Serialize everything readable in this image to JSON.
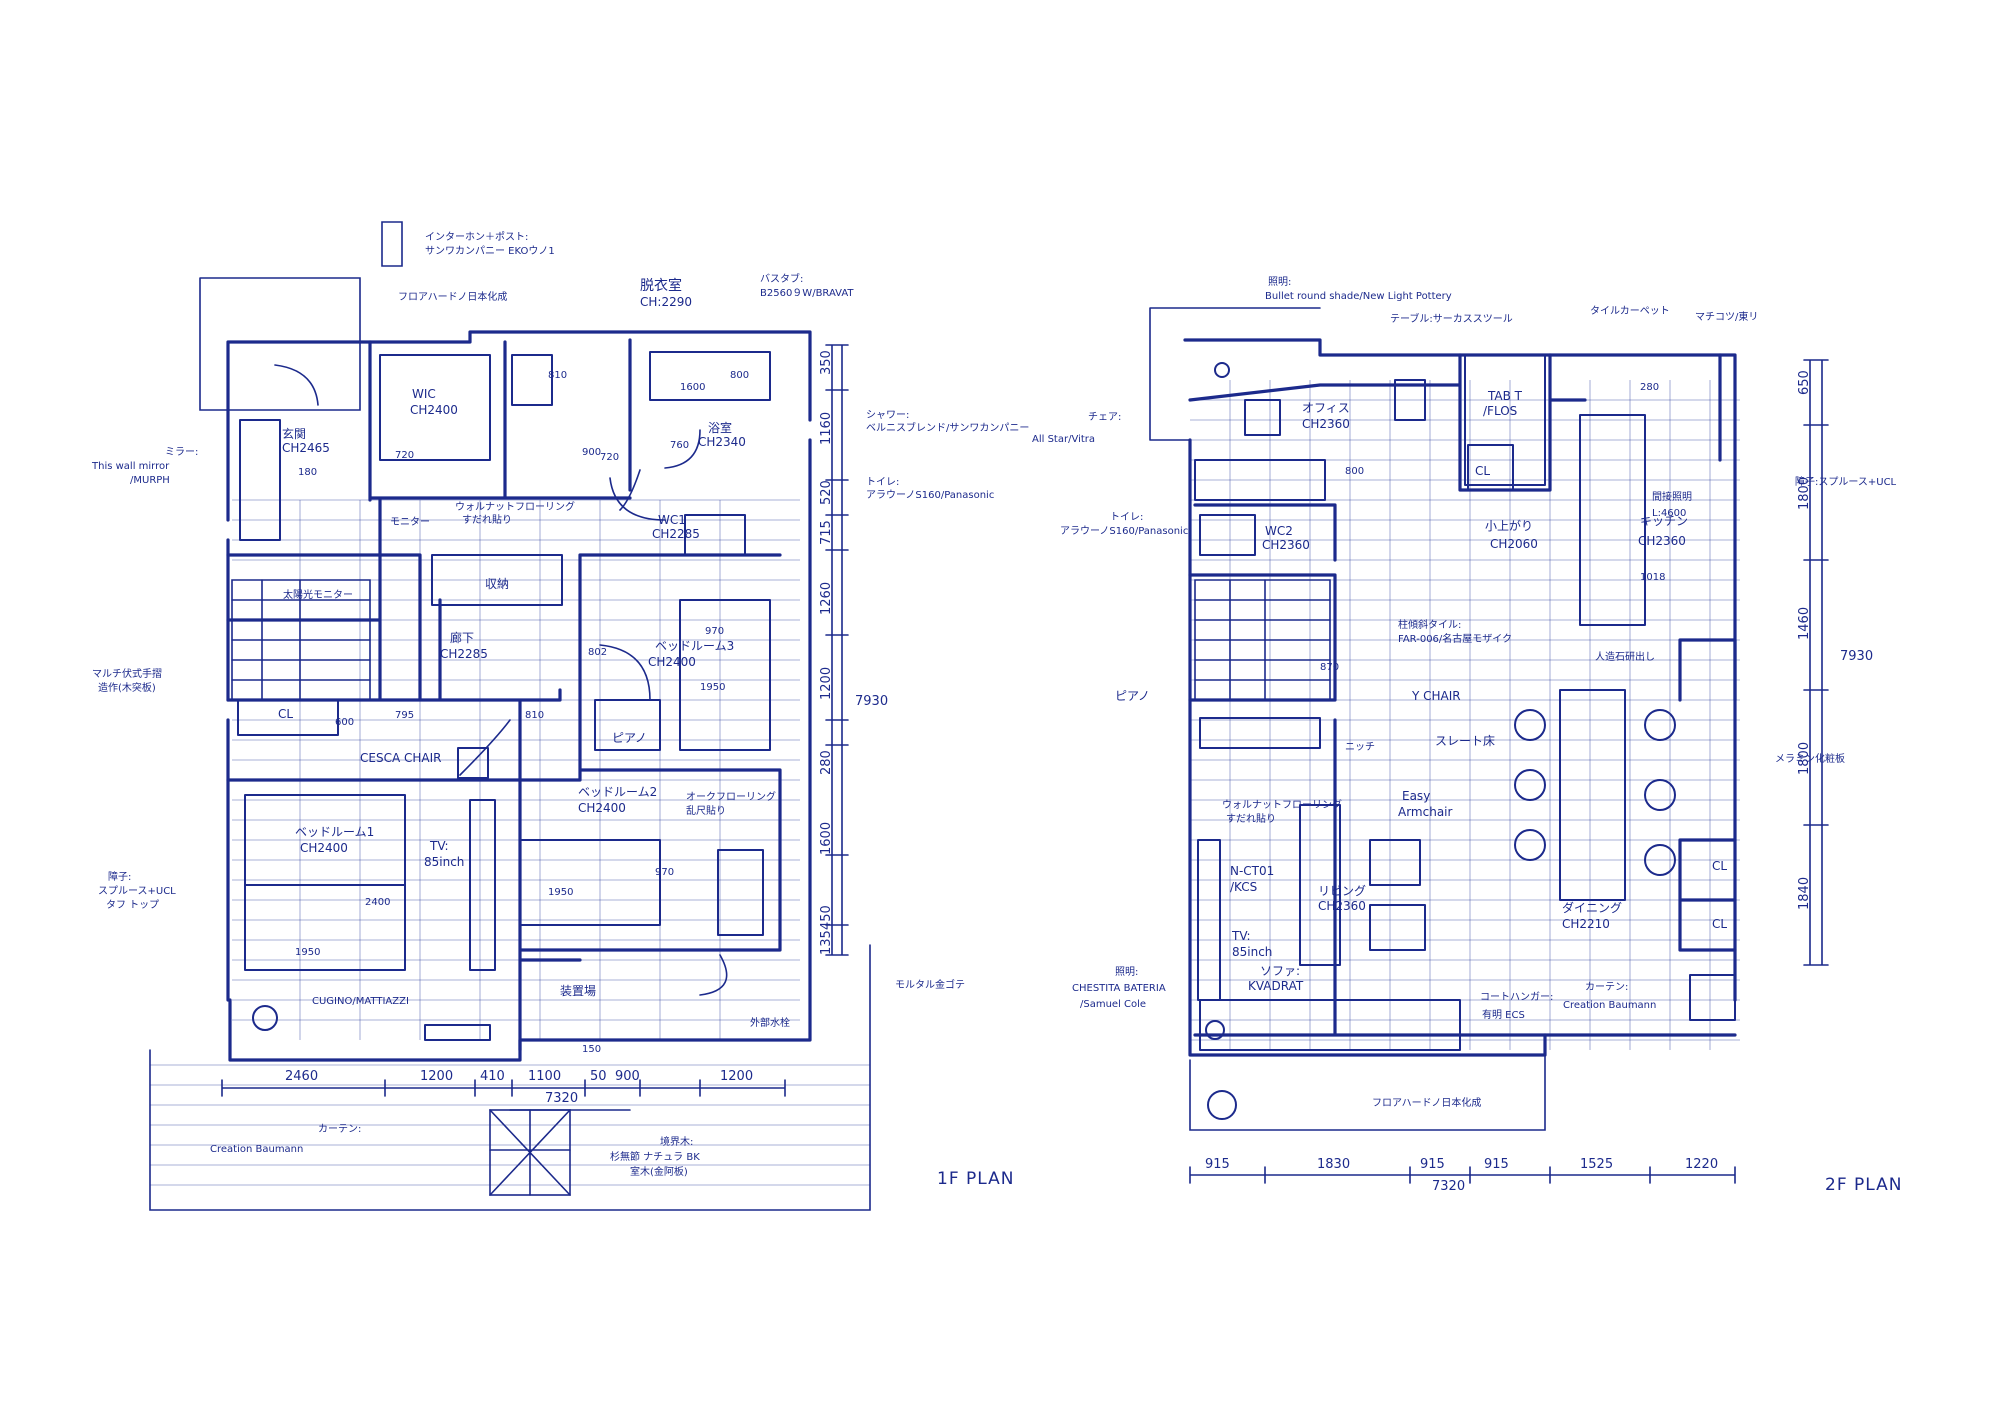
{
  "colors": {
    "ink": "#1c2a8c",
    "paper": "#ffffff"
  },
  "plan1": {
    "title": "1F PLAN",
    "rooms": {
      "entrance": {
        "name": "玄関",
        "ch": "CH2465"
      },
      "wic": {
        "name": "WIC",
        "ch": "CH2400"
      },
      "dressing": {
        "name": "脱衣室",
        "ch": "CH:2290"
      },
      "bath": {
        "name": "浴室",
        "ch": "CH2340"
      },
      "wc1": {
        "name": "WC1",
        "ch": "CH2285"
      },
      "storage": {
        "name": "収納"
      },
      "corridor": {
        "name": "廊下",
        "ch": "CH2285"
      },
      "bed3": {
        "name": "ベッドルーム3",
        "ch": "CH2400"
      },
      "bed2": {
        "name": "ベッドルーム2",
        "ch": "CH2400"
      },
      "bed1": {
        "name": "ベッドルーム1",
        "ch": "CH2400"
      },
      "cl": {
        "name": "CL"
      },
      "piano": {
        "name": "ピアノ"
      },
      "tv": {
        "name": "TV:",
        "size": "85inch"
      },
      "chair": {
        "name": "CESCA CHAIR"
      },
      "cushion": {
        "name": "CUGINO/MATTIAZZI"
      },
      "yard": {
        "name": "装置場"
      }
    },
    "notes": {
      "intercom": "インターホン＋ポスト:\nサンワカンパニー EKOウノ1",
      "floor_top": "フロアハードノ日本化成",
      "mirror": "ミラー:\nThis wall mirror\n/MURPH",
      "monitor": "モニター",
      "walnut": "ウォルナットフローリング\nすだれ貼り",
      "solar": "太陽光モニター",
      "stair_handrail": "マルチ伏式手摺\n造作(木突板)",
      "bathtub": "バスタブ:\nB2560９W/BRAVAT",
      "shower": "シャワー:\nベルニスブレンド/サンワカンパニー",
      "toilet1": "トイレ:\nアラウーノS160/Panasonic",
      "oak": "オークフローリング\n乱尺貼り",
      "shoji": "障子:\nスプルース+UCL\nタフ トップ",
      "mortar": "モルタル金ゴテ",
      "faucet": "外部水栓",
      "curtain": "カーテン:\nCreation Baumann",
      "tree": "境界木:\n杉無節 ナチュラ BK\n室木(金阿板)"
    },
    "dims_bottom": [
      "2460",
      "1200",
      "410",
      "1100",
      "50",
      "900",
      "1200"
    ],
    "dim_total": "7320",
    "dims_right": [
      "350",
      "1160",
      "520",
      "715",
      "1260",
      "1200",
      "280",
      "1600",
      "450",
      "135"
    ],
    "dim_right_total": "7930",
    "room_dims": [
      "720",
      "810",
      "900",
      "720",
      "760",
      "1600",
      "800",
      "970",
      "1950",
      "802",
      "795",
      "810",
      "600",
      "1950",
      "970",
      "1950",
      "2400",
      "180",
      "150"
    ]
  },
  "plan2": {
    "title": "2F PLAN",
    "rooms": {
      "office": {
        "name": "オフィス",
        "ch": "CH2360"
      },
      "wc2": {
        "name": "WC2",
        "ch": "CH2360"
      },
      "tab": {
        "name": "TAB T\n/FLOS"
      },
      "cl1": {
        "name": "CL"
      },
      "loft": {
        "name": "小上がり",
        "ch": "CH2060"
      },
      "kitchen": {
        "name": "キッチン",
        "ch": "CH2360"
      },
      "living": {
        "name": "リビング",
        "ch": "CH2360"
      },
      "dining": {
        "name": "ダイニング",
        "ch": "CH2210"
      },
      "nctoy": {
        "name": "N-CT01\n/KCS"
      },
      "tv": {
        "name": "TV:",
        "size": "85inch"
      },
      "sofa": {
        "name": "ソファ:\nKVADRAT"
      },
      "cl2": {
        "name": "CL"
      },
      "cl3": {
        "name": "CL"
      },
      "piano": {
        "name": "ピアノ"
      },
      "niche": {
        "name": "ニッチ"
      }
    },
    "notes": {
      "light_top": "照明:\nBullet round shade/New Light Pottery",
      "table": "テーブル:サーカススツール",
      "tile_carpet": "タイルカーペット",
      "machine": "マチコツ/東リ",
      "chair": "チェア:\nAll Star/Vitra",
      "toilet2": "トイレ:\nアラウーノS160/Panasonic",
      "shoji": "障子:スプルース+UCL",
      "indirect": "間接照明\nL:4600",
      "tile": "柱傾斜タイル:\nFAR-006/名古屋モザイク",
      "artificial": "人造石研出し",
      "ychair": "Y CHAIR",
      "slate": "スレート床",
      "melamine": "メラミン化粧板",
      "walnut": "ウォルナットフローリング\nすだれ貼り",
      "easy": "Easy\nArmchair",
      "light_bottom": "照明:\nCHESTITA BATERIA\n/Samuel Cole",
      "coat": "コートハンガー:\n有明 ECS",
      "curtain": "カーテン:\nCreation Baumann",
      "floor": "フロアハードノ日本化成"
    },
    "dims_bottom": [
      "915",
      "1830",
      "915",
      "915",
      "1525",
      "1220"
    ],
    "dim_total": "7320",
    "dims_right": [
      "650",
      "1800",
      "1460",
      "1800",
      "1840"
    ],
    "dim_right_total": "7930",
    "room_dims": [
      "280",
      "800",
      "870",
      "1018"
    ]
  }
}
